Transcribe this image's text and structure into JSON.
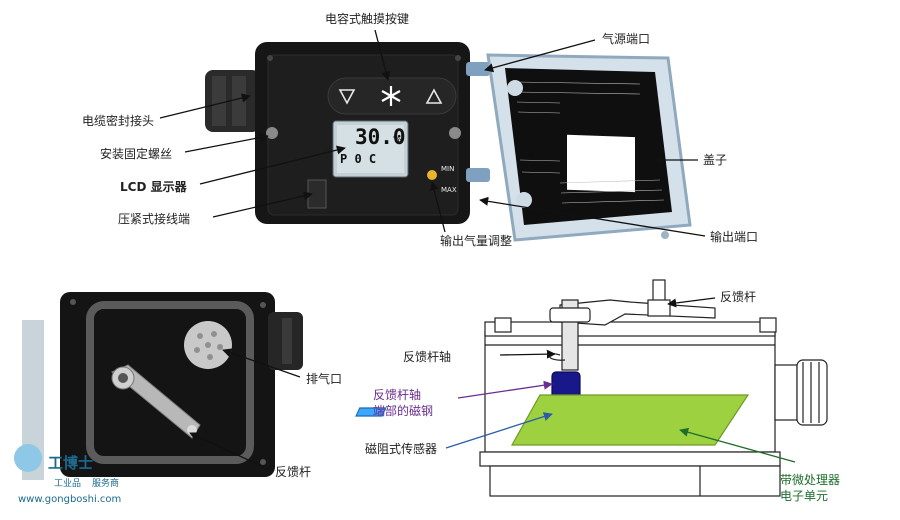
{
  "labels": {
    "touch_keys": "电容式触摸按键",
    "air_port": "气源端口",
    "cable_gland": "电缆密封接头",
    "mount_screw": "安装固定螺丝",
    "lcd": "LCD 显示器",
    "terminal": "压紧式接线端",
    "flow_adjust": "输出气量调整",
    "cover": "盖子",
    "output_port": "输出端口",
    "exhaust": "排气口",
    "feedback_lever_bottom": "反馈杆",
    "feedback_lever_right": "反馈杆",
    "feedback_shaft": "反馈杆轴",
    "magnet_line1": "反馈杆轴",
    "magnet_line2": "端部的磁钢",
    "mr_sensor": "磁阻式传感器",
    "micro_line1": "带微处理器",
    "micro_line2": "电子单元"
  },
  "device": {
    "lcd_value": "30.0",
    "lcd_unit": "%",
    "lcd_mode": "P 0 C",
    "knob_min": "MIN",
    "knob_max": "MAX"
  },
  "watermark": {
    "brand": "工博士",
    "sub1": "工业品",
    "sub2": "服务商",
    "url": "www.gongboshi.com"
  },
  "colors": {
    "housing": "#161616",
    "cover_frame": "#b9c8d6",
    "pcb": "#9dd13f",
    "arrow": "#111111",
    "purple": "#6a2d91",
    "green": "#1e6e2a"
  }
}
